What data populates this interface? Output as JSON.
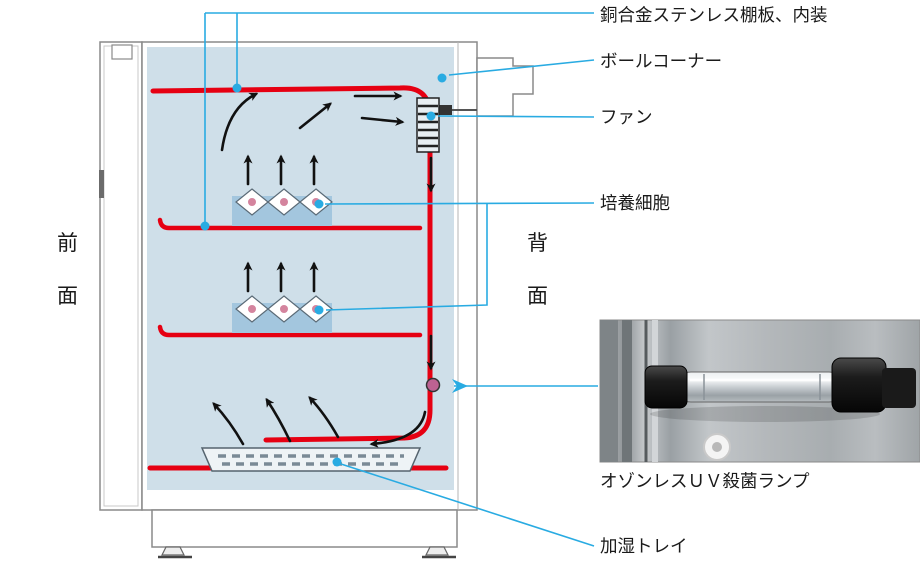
{
  "labels": {
    "shelf_lining": "銅合金ステンレス棚板、内装",
    "ball_corner": "ボールコーナー",
    "fan": "ファン",
    "cultured_cells": "培養細胞",
    "uv_lamp": "オゾンレスＵＶ殺菌ランプ",
    "humidifier_tray": "加湿トレイ",
    "front_top": "前",
    "front_bottom": "面",
    "back_top": "背",
    "back_bottom": "面"
  },
  "colors": {
    "lining_red": "#e60012",
    "leader_blue": "#29abe2",
    "interior_blue": "#cfdfe9",
    "dish_tray_blue": "#a3c6de",
    "cell_dot_pink": "#d4849e",
    "uv_dot_magenta": "#bd6292"
  }
}
